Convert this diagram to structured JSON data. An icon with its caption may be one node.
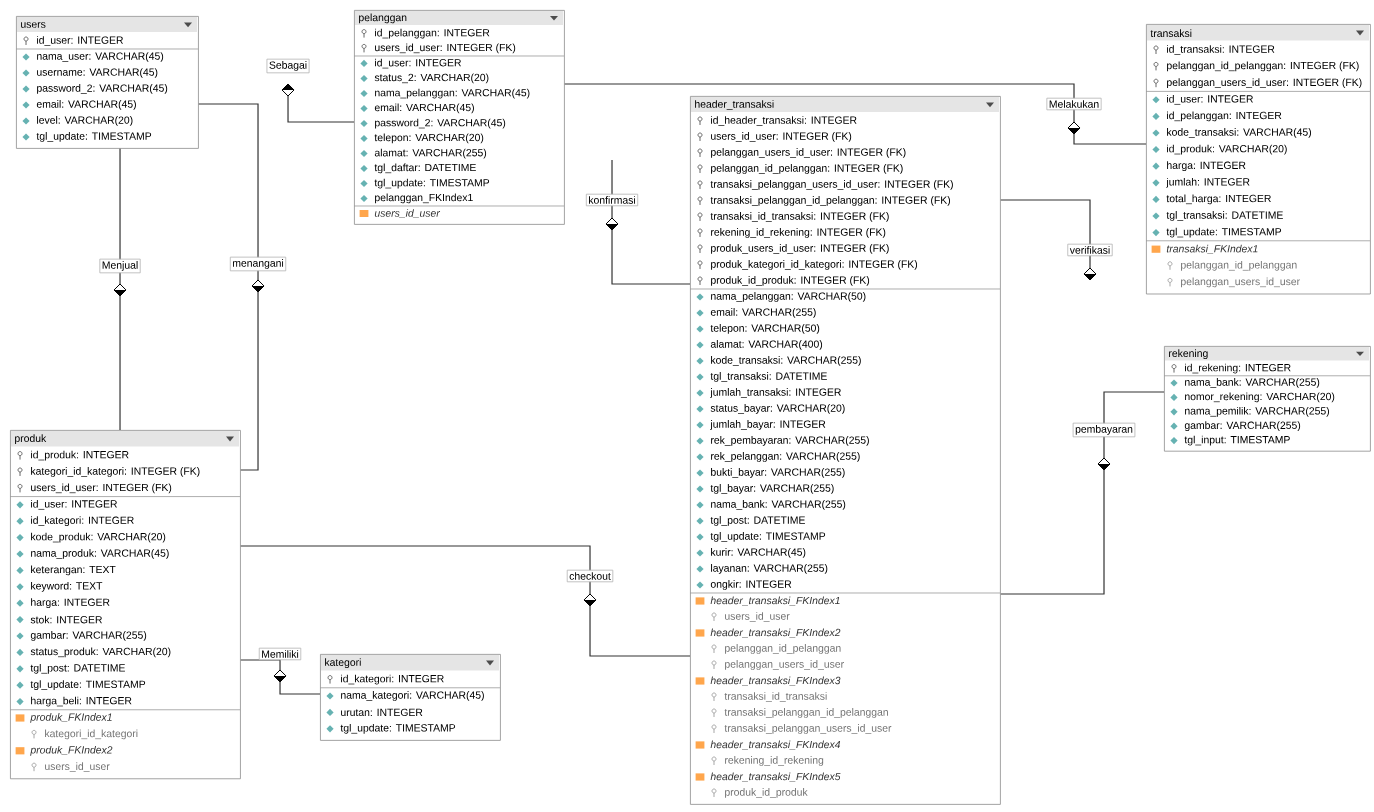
{
  "diagram": {
    "nodes": [
      {
        "text": [
          "users",
          "id_user: INTEGER",
          "nama_user: VARCHAR(45)",
          "username: VARCHAR(45)",
          "password_2: VARCHAR(45)",
          "email: VARCHAR(45)",
          "level: VARCHAR(20)",
          "tgl_update: TIMESTAMP"
        ]
      },
      {
        "text": [
          "pelanggan",
          "id_pelanggan: INTEGER",
          "users_id_user: INTEGER (FK)",
          "id_user: INTEGER",
          "status_2: VARCHAR(20)",
          "nama_pelanggan: VARCHAR(45)",
          "email: VARCHAR(45)",
          "password_2: VARCHAR(45)",
          "telepon: VARCHAR(20)",
          "alamat: VARCHAR(255)",
          "tgl_daftar: DATETIME",
          "tgl_update: TIMESTAMP",
          "pelanggan_FKIndex1",
          "users_id_user"
        ]
      },
      {
        "text": [
          "header_transaksi",
          "id_header_transaksi: INTEGER",
          "users_id_user: INTEGER (FK)",
          "pelanggan_users_id_user: INTEGER (FK)",
          "pelanggan_id_pelanggan: INTEGER (FK)",
          "transaksi_pelanggan_users_id_user: INTEGER (FK)",
          "transaksi_pelanggan_id_pelanggan: INTEGER (FK)",
          "transaksi_id_transaksi: INTEGER (FK)",
          "rekening_id_rekening: INTEGER (FK)",
          "produk_users_id_user: INTEGER (FK)",
          "produk_kategori_id_kategori: INTEGER (FK)",
          "produk_id_produk: INTEGER (FK)",
          "nama_pelanggan: VARCHAR(50)",
          "email: VARCHAR(255)",
          "telepon: VARCHAR(50)",
          "alamat: VARCHAR(400)",
          "kode_transaksi: VARCHAR(255)",
          "tgl_transaksi: DATETIME",
          "jumlah_transaksi: INTEGER",
          "status_bayar: VARCHAR(20)",
          "jumlah_bayar: INTEGER",
          "rek_pembayaran: VARCHAR(255)",
          "rek_pelanggan: VARCHAR(255)",
          "bukti_bayar: VARCHAR(255)",
          "tgl_bayar: VARCHAR(255)",
          "nama_bank: VARCHAR(255)",
          "tgl_post: DATETIME",
          "tgl_update: TIMESTAMP",
          "kurir: VARCHAR(45)",
          "layanan: VARCHAR(255)",
          "ongkir: INTEGER",
          "header_transaksi_FKIndex1",
          "users_id_user",
          "header_transaksi_FKIndex2",
          "pelanggan_id_pelanggan",
          "pelanggan_users_id_user",
          "header_transaksi_FKIndex3",
          "transaksi_id_transaksi",
          "transaksi_pelanggan_id_pelanggan",
          "transaksi_pelanggan_users_id_user",
          "header_transaksi_FKIndex4",
          "rekening_id_rekening",
          "header_transaksi_FKIndex5",
          "produk_id_produk"
        ]
      },
      {
        "text": [
          "transaksi",
          "id_transaksi: INTEGER",
          "pelanggan_id_pelanggan: INTEGER (FK)",
          "pelanggan_users_id_user: INTEGER (FK)",
          "id_user: INTEGER",
          "id_pelanggan: INTEGER",
          "kode_transaksi: VARCHAR(45)",
          "id_produk: VARCHAR(20)",
          "harga: INTEGER",
          "jumlah: INTEGER",
          "total_harga: INTEGER",
          "tgl_transaksi: DATETIME",
          "tgl_update: TIMESTAMP",
          "transaksi_FKIndex1",
          "pelanggan_id_pelanggan",
          "pelanggan_users_id_user"
        ]
      },
      {
        "text": [
          "rekening",
          "id_rekening: INTEGER",
          "nama_bank: VARCHAR(255)",
          "nomor_rekening: VARCHAR(20)",
          "nama_pemilik: VARCHAR(255)",
          "gambar: VARCHAR(255)",
          "tgl_input: TIMESTAMP"
        ]
      },
      {
        "text": [
          "produk",
          "id_produk: INTEGER",
          "kategori_id_kategori: INTEGER (FK)",
          "users_id_user: INTEGER (FK)",
          "id_user: INTEGER",
          "id_kategori: INTEGER",
          "kode_produk: VARCHAR(20)",
          "nama_produk: VARCHAR(45)",
          "keterangan: TEXT",
          "keyword: TEXT",
          "harga: INTEGER",
          "stok: INTEGER",
          "gambar: VARCHAR(255)",
          "status_produk: VARCHAR(20)",
          "tgl_post: DATETIME",
          "tgl_update: TIMESTAMP",
          "harga_beli: INTEGER",
          "produk_FKIndex1",
          "kategori_id_kategori",
          "produk_FKIndex2",
          "users_id_user"
        ]
      },
      {
        "text": [
          "kategori",
          "id_kategori: INTEGER",
          "nama_kategori: VARCHAR(45)",
          "urutan: INTEGER",
          "tgl_update: TIMESTAMP"
        ]
      }
    ],
    "edges": [
      {
        "from": 0,
        "to": 5,
        "label": "Menjual",
        "arrow": "to"
      },
      {
        "from": 0,
        "to": 5,
        "label": "menangani",
        "arrow": "to"
      },
      {
        "from": 1,
        "to": null,
        "label": "Sebagai",
        "arrow": "to"
      },
      {
        "from": 1,
        "to": 3,
        "label": "Melakukan",
        "arrow": "to"
      },
      {
        "from": null,
        "to": 2,
        "label": "konfirmasi",
        "arrow": "none"
      },
      {
        "from": 2,
        "to": null,
        "label": "verifikasi",
        "arrow": "to"
      },
      {
        "from": 4,
        "to": 2,
        "label": "pembayaran",
        "arrow": "to"
      },
      {
        "from": 5,
        "to": 2,
        "label": "checkout",
        "arrow": "to"
      },
      {
        "from": 5,
        "to": 6,
        "label": "Memiliki",
        "arrow": "to"
      }
    ]
  }
}
